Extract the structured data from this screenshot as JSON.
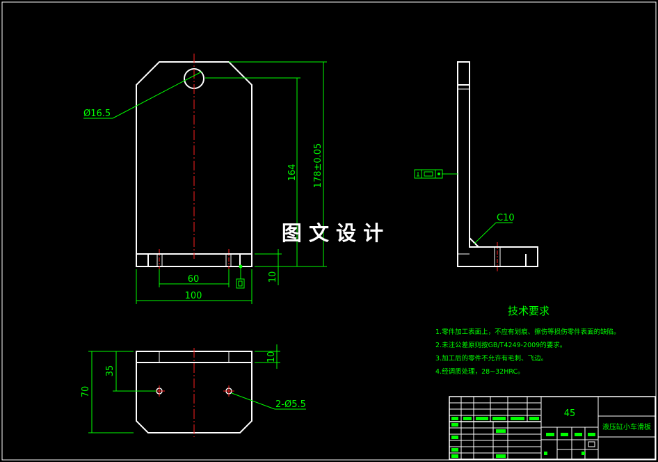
{
  "watermark": "图 文 设 计",
  "front_view": {
    "hole_diameter": "Ø16.5",
    "dim_height_164": "164",
    "dim_height_178": "178±0.05",
    "dim_60": "60",
    "dim_100": "100",
    "dim_10": "10"
  },
  "side_view": {
    "chamfer": "C10"
  },
  "bottom_view": {
    "dim_70": "70",
    "dim_35": "35",
    "dim_10": "10",
    "holes": "2-Ø5.5"
  },
  "tech_requirements": {
    "title": "技术要求",
    "items": [
      "1.零件加工表面上，不应有划痕、擦伤等损伤零件表面的缺陷。",
      "2.未注公差原则按GB/T4249-2009的要求。",
      "3.加工后的零件不允许有毛刺、飞边。",
      "4.经调质处理，28~32HRC。"
    ]
  },
  "title_block": {
    "material": "45",
    "part_name": "液压缸小车滑板"
  },
  "colors": {
    "outline": "#ffffff",
    "dimension": "#00ff00",
    "centerline": "#ff2020",
    "background": "#000000"
  }
}
